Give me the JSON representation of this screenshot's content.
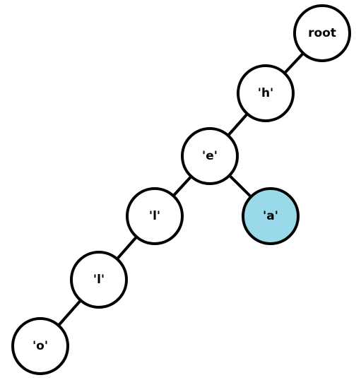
{
  "tree": {
    "nodes": [
      {
        "id": "root",
        "label": "root"
      },
      {
        "id": "h",
        "label": "'h'"
      },
      {
        "id": "e",
        "label": "'e'"
      },
      {
        "id": "l1",
        "label": "'l'"
      },
      {
        "id": "a",
        "label": "'a'",
        "highlighted": true
      },
      {
        "id": "l2",
        "label": "'l'"
      },
      {
        "id": "o",
        "label": "'o'"
      }
    ],
    "edges": [
      {
        "from": "root",
        "to": "h"
      },
      {
        "from": "h",
        "to": "e"
      },
      {
        "from": "e",
        "to": "l1"
      },
      {
        "from": "e",
        "to": "a"
      },
      {
        "from": "l1",
        "to": "l2"
      },
      {
        "from": "l2",
        "to": "o"
      }
    ]
  },
  "colors": {
    "highlight": "#99d9ea",
    "stroke": "#000000",
    "fill": "#ffffff"
  }
}
